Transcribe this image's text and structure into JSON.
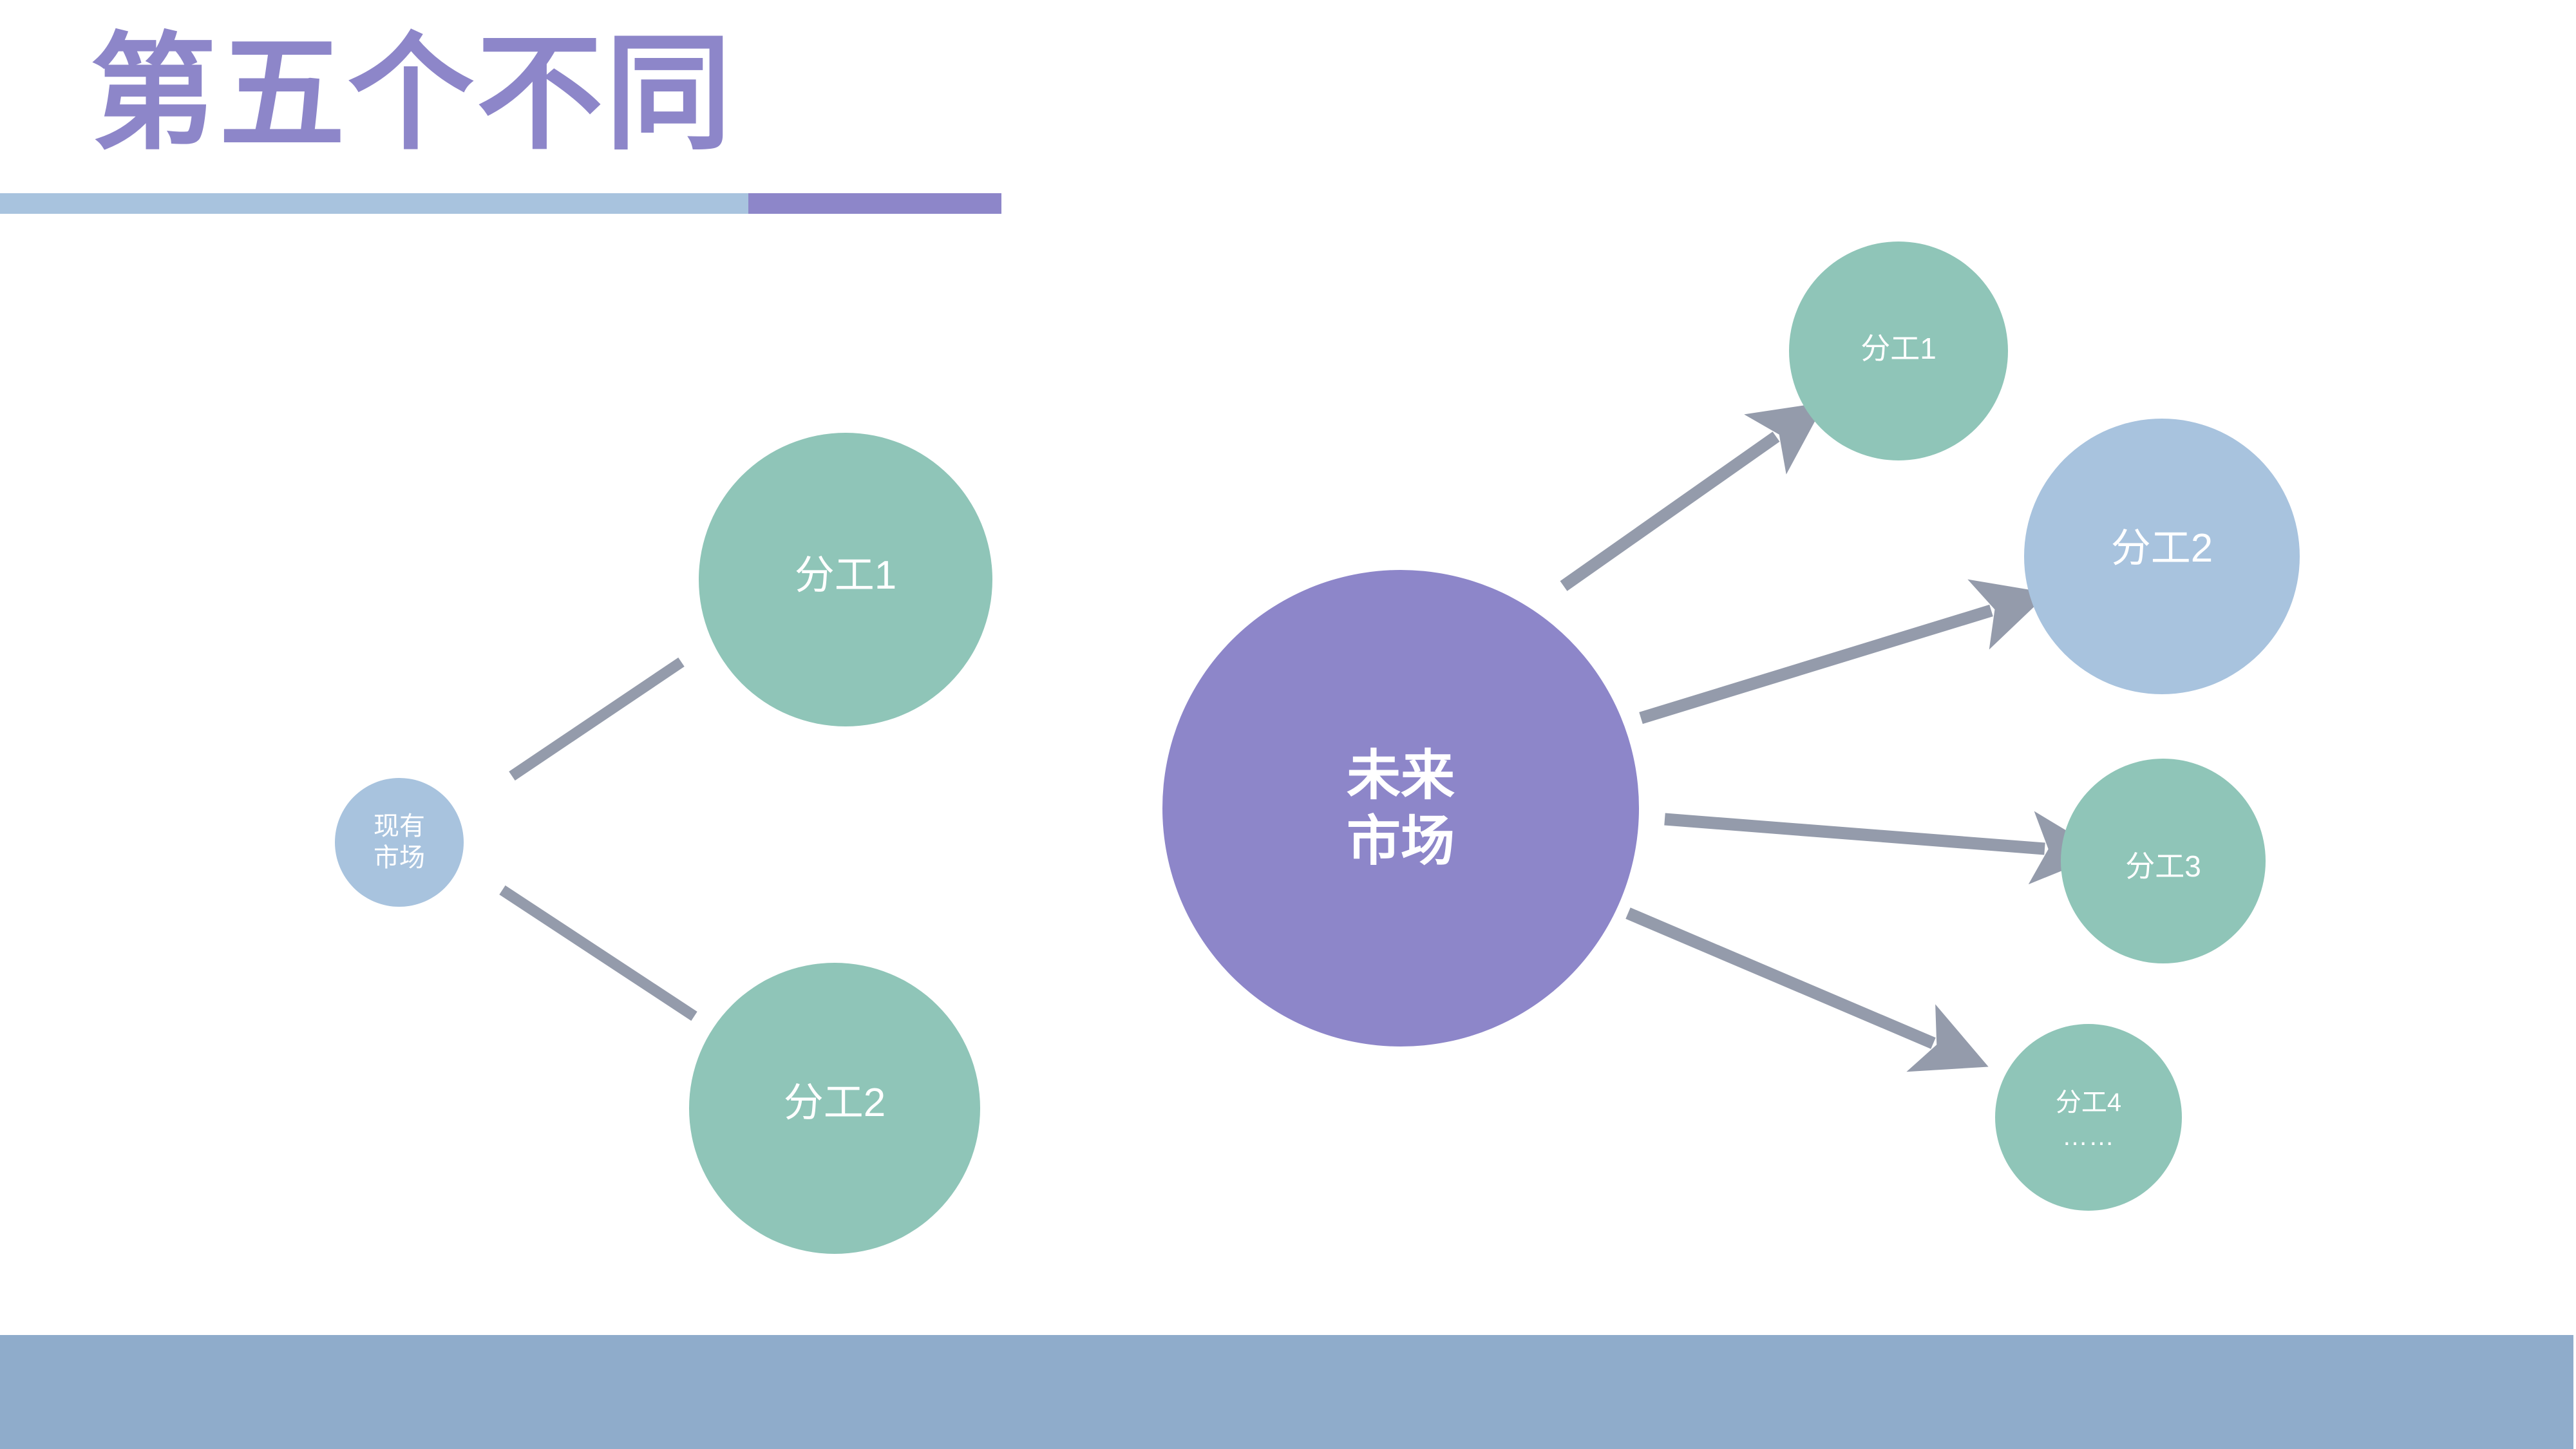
{
  "slide": {
    "title": "第五个不同",
    "title_color": "#8d86c9",
    "background_color": "#ffffff"
  },
  "header_rule": {
    "left_segment_color": "#a8c3de",
    "right_segment_color": "#8d86c9"
  },
  "footer_band": {
    "color": "#8faccb"
  },
  "diagram": {
    "connector_color": "#949bab",
    "left_cluster": {
      "source": {
        "label_line1": "现有",
        "label_line2": "市场",
        "color": "#a8c3de"
      },
      "branches": [
        {
          "label": "分工1",
          "color": "#8fc5b8"
        },
        {
          "label": "分工2",
          "color": "#8fc5b8"
        }
      ]
    },
    "right_cluster": {
      "source": {
        "label_line1": "未来",
        "label_line2": "市场",
        "color": "#8d86c9"
      },
      "branches": [
        {
          "label": "分工1",
          "color": "#8fc5b8",
          "ellipsis": ""
        },
        {
          "label": "分工2",
          "color": "#a8c3de",
          "ellipsis": ""
        },
        {
          "label": "分工3",
          "color": "#8fc5b8",
          "ellipsis": ""
        },
        {
          "label": "分工4",
          "color": "#8fc5b8",
          "ellipsis": "……"
        }
      ]
    }
  }
}
